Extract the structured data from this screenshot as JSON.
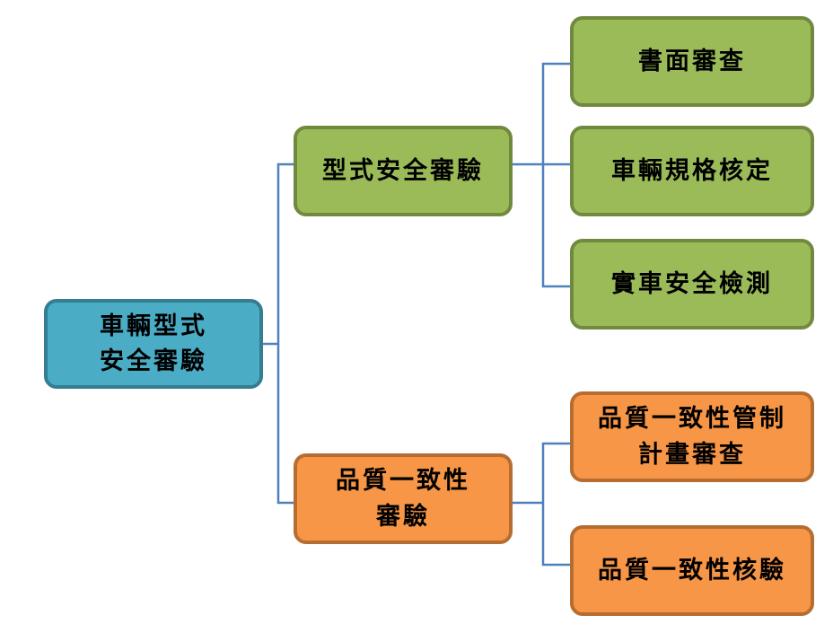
{
  "colors": {
    "root": "#4bacc6",
    "root_border": "#357d91",
    "type_branch": "#9bbb59",
    "type_border": "#71893f",
    "quality_branch": "#f79646",
    "quality_border": "#b66d31",
    "connector": "#4f81bd"
  },
  "root": {
    "line1": "車輛型式",
    "line2": "安全審驗"
  },
  "type_branch": {
    "label": "型式安全審驗",
    "children": [
      {
        "label": "書面審查"
      },
      {
        "label": "車輛規格核定"
      },
      {
        "label": "實車安全檢測"
      }
    ]
  },
  "quality_branch": {
    "line1": "品質一致性",
    "line2": "審驗",
    "children": [
      {
        "line1": "品質一致性管制",
        "line2": "計畫審查"
      },
      {
        "label": "品質一致性核驗"
      }
    ]
  }
}
